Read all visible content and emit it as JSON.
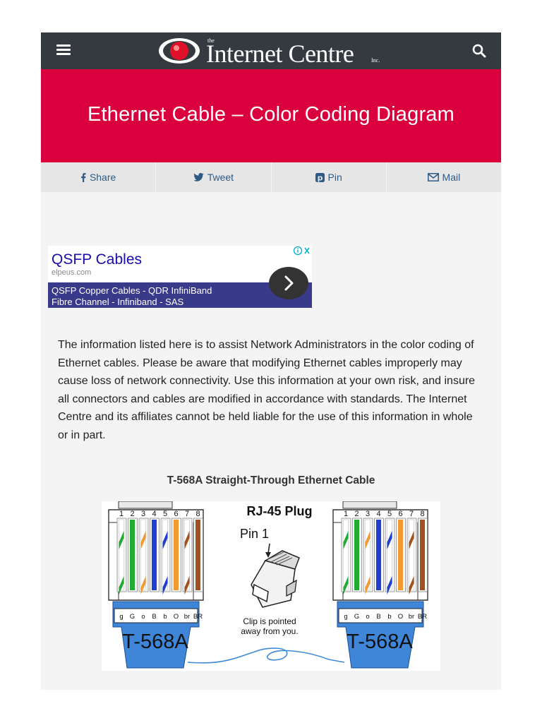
{
  "header": {
    "logo": {
      "small_word": "the",
      "name": "Internet Centre",
      "suffix": "Inc."
    },
    "menu_icon": "hamburger-icon",
    "search_icon": "search-icon"
  },
  "banner": {
    "title": "Ethernet Cable – Color Coding Diagram",
    "background": "#d9003d"
  },
  "share": {
    "items": [
      {
        "label": "Share",
        "icon": "facebook-icon"
      },
      {
        "label": "Tweet",
        "icon": "twitter-icon"
      },
      {
        "label": "Pin",
        "icon": "pinterest-icon"
      },
      {
        "label": "Mail",
        "icon": "mail-icon"
      }
    ],
    "color": "#2d5b86"
  },
  "ad": {
    "title": "QSFP Cables",
    "domain": "elpeus.com",
    "line1": "QSFP Copper Cables - QDR InfiniBand",
    "line2": "Fibre Channel - Infiniband - SAS",
    "next_icon": "chevron-right-icon",
    "info_icon": "adchoices-icon"
  },
  "article": {
    "intro": "The information listed here is to assist Network Administrators in the color coding of Ethernet cables. Please be aware that modifying Ethernet cables improperly may cause loss of network connectivity. Use this information at your own risk, and insure all connectors and cables are modified in accordance with standards. The Internet Centre and its affiliates cannot be held liable for the use of this information in whole or in part.",
    "caption": "T-568A Straight-Through Ethernet Cable"
  },
  "diagram": {
    "pins": [
      "1",
      "2",
      "3",
      "4",
      "5",
      "6",
      "7",
      "8"
    ],
    "codes": [
      "g",
      "G",
      "o",
      "B",
      "b",
      "O",
      "br",
      "BR"
    ],
    "plug_label": "RJ-45 Plug",
    "pin_label": "Pin 1",
    "clip_line1": "Clip is pointed",
    "clip_line2": "away from you.",
    "left_connector": "T-568A",
    "right_connector": "T-568A",
    "wire_colors": [
      "#22aa33",
      "#22aa33",
      "#f09a30",
      "#1f3fd0",
      "#1f3fd0",
      "#f09a30",
      "#a0521e",
      "#a0521e"
    ],
    "wire_striped": [
      true,
      false,
      true,
      false,
      true,
      false,
      true,
      false
    ]
  }
}
